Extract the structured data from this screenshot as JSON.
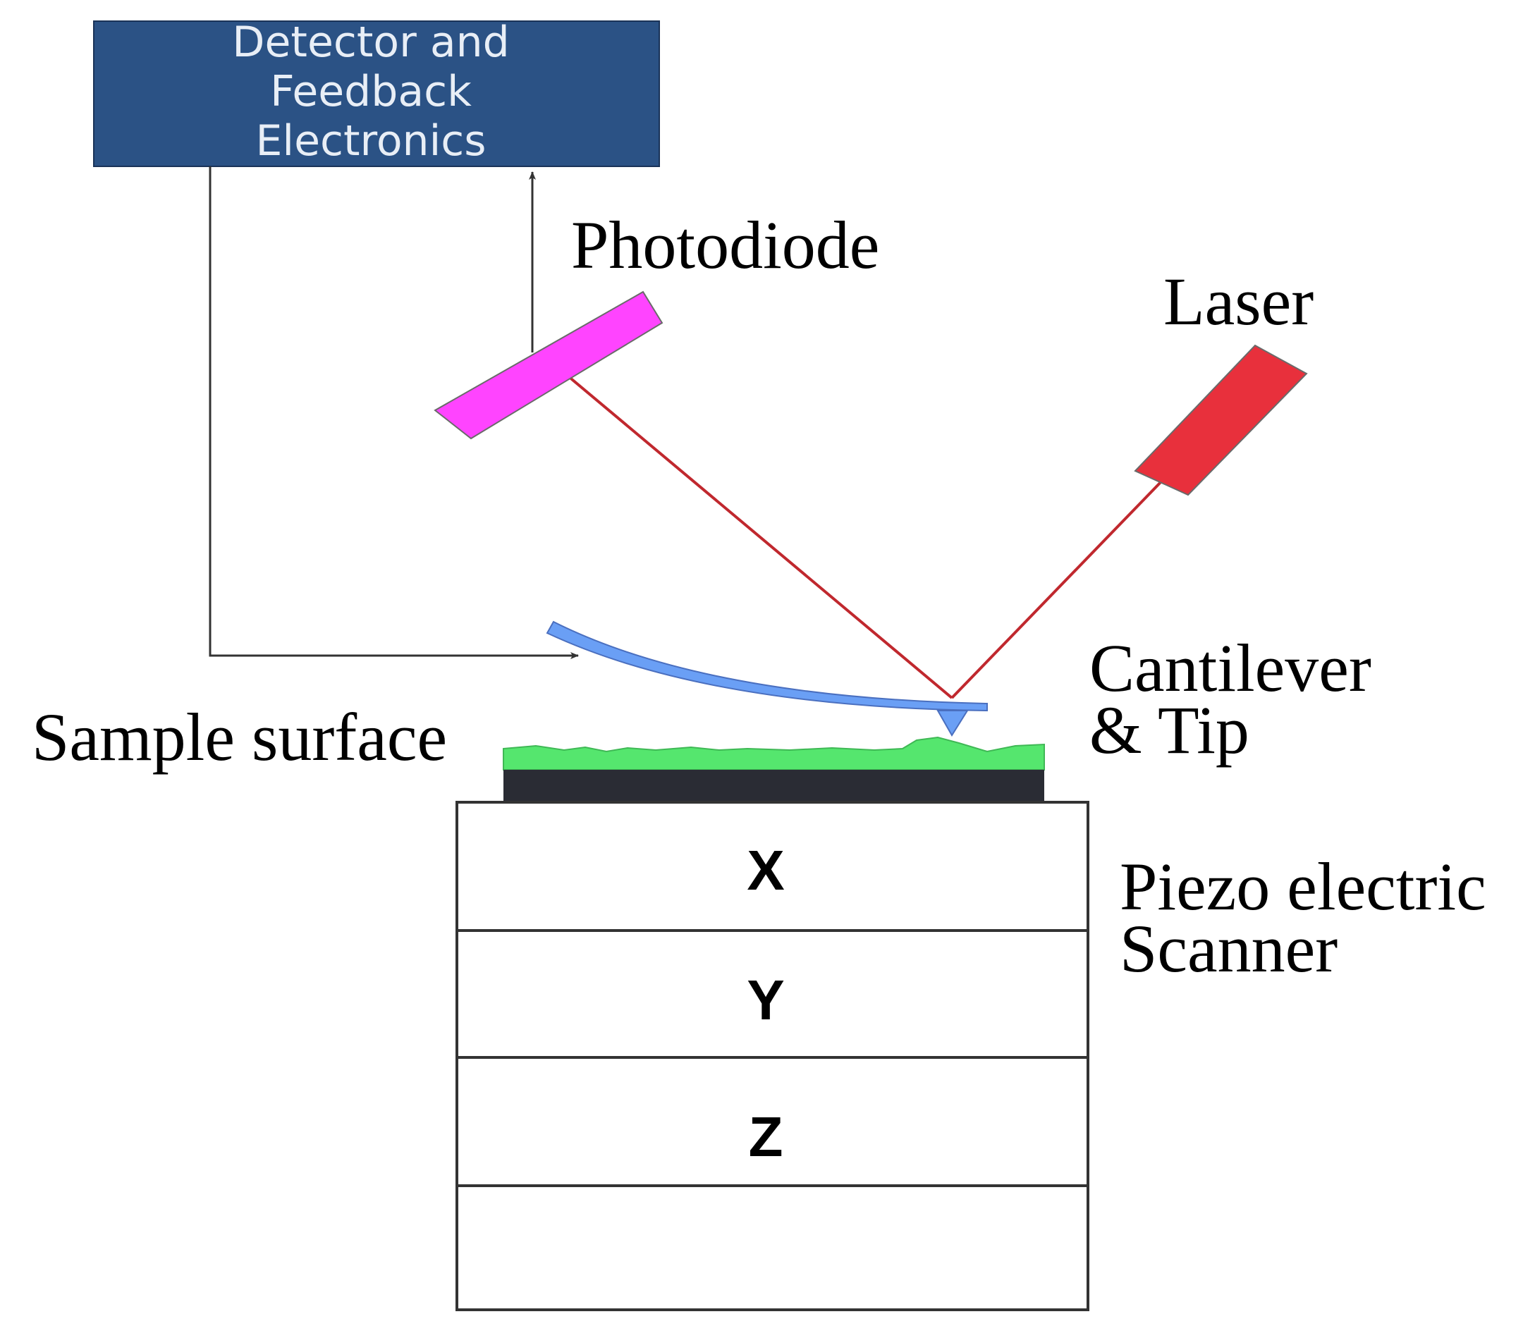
{
  "detector_box": {
    "lines": [
      "Detector and",
      "Feedback",
      "Electronics"
    ],
    "fill_color": "#2b5285",
    "text_color": "#e8eef6"
  },
  "labels": {
    "photodiode": "Photodiode",
    "laser": "Laser",
    "cantilever": [
      "Cantilever",
      "& Tip"
    ],
    "sample_surface": "Sample surface",
    "scanner": [
      "Piezo electric",
      "Scanner"
    ]
  },
  "scanner_layers": [
    "X",
    "Y",
    "Z",
    ""
  ],
  "colors": {
    "photodiode": "#ff44ff",
    "laser": "#e8303c",
    "laser_beam": "#c0282e",
    "cantilever": "#6a9ff5",
    "sample": "#55e66e",
    "substrate": "#2a2c34",
    "feedback_line": "#333333"
  }
}
